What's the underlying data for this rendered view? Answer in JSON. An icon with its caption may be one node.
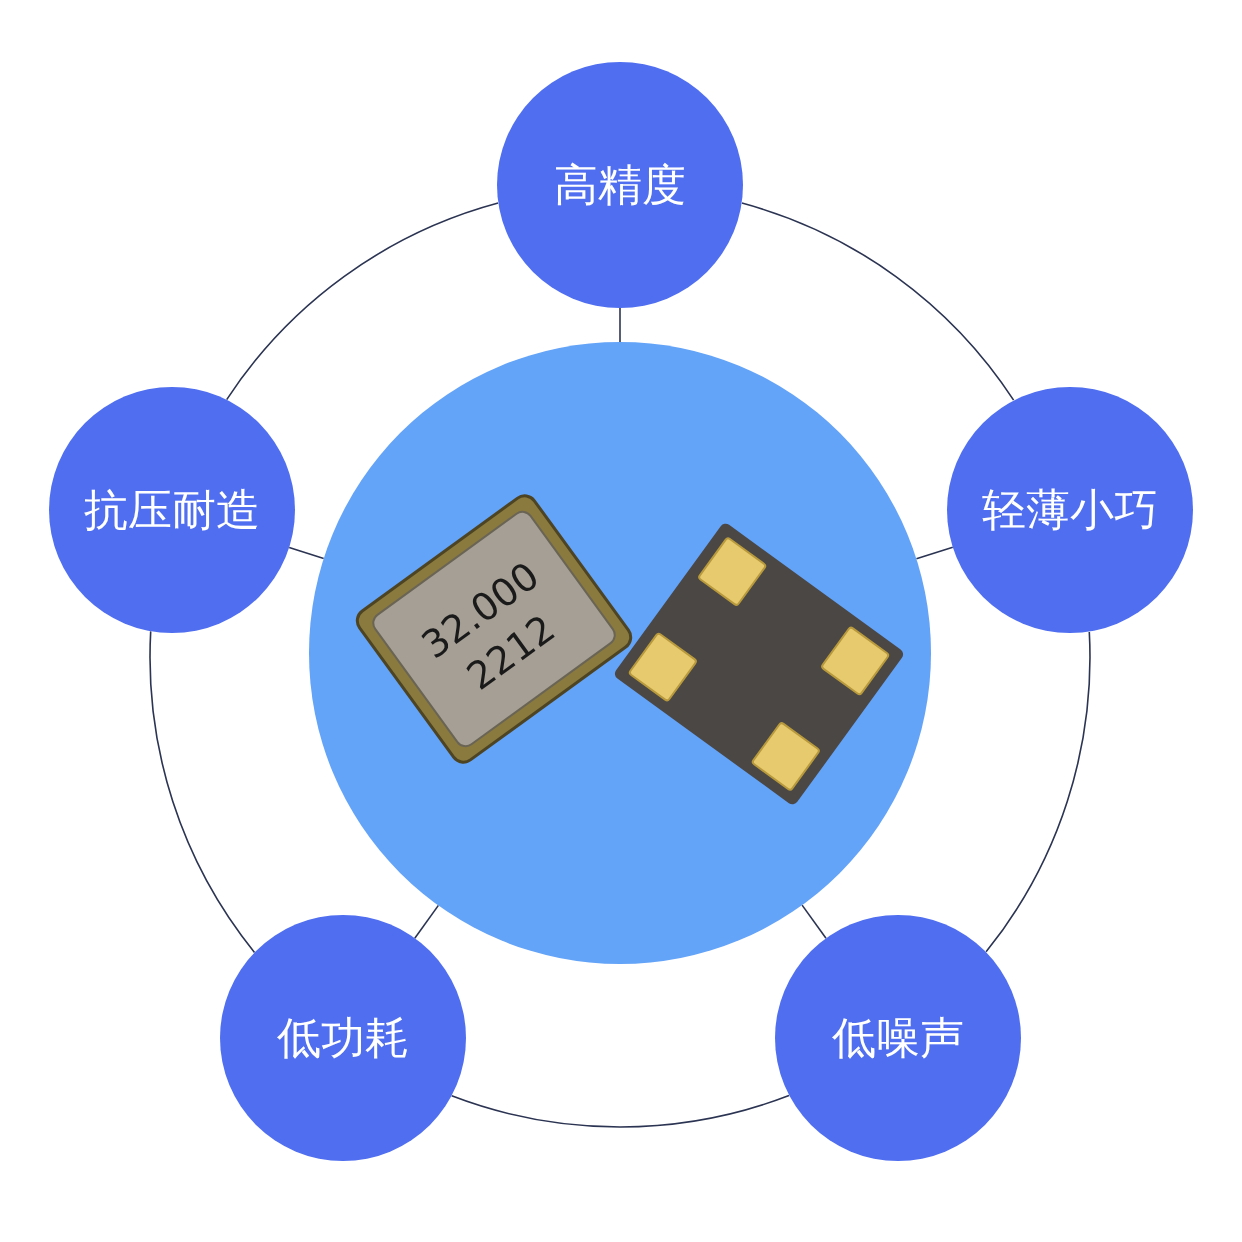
{
  "diagram": {
    "nodes": [
      {
        "text": [],
        "shape": "circle"
      },
      {
        "text": [
          "高精度"
        ]
      },
      {
        "text": [
          "抗压耐造"
        ]
      },
      {
        "text": [
          "轻薄小巧"
        ]
      },
      {
        "text": [
          "低功耗"
        ]
      },
      {
        "text": [
          "低噪声"
        ]
      }
    ],
    "edges": [
      {
        "from": 0,
        "to": 1,
        "arrow": "none"
      },
      {
        "from": 0,
        "to": 2,
        "arrow": "none"
      },
      {
        "from": 0,
        "to": 3,
        "arrow": "none"
      },
      {
        "from": 0,
        "to": 4,
        "arrow": "none"
      },
      {
        "from": 0,
        "to": 5,
        "arrow": "none"
      },
      {
        "from": 1,
        "to": 3,
        "arrow": "none"
      },
      {
        "from": 3,
        "to": 5,
        "arrow": "none"
      },
      {
        "from": 5,
        "to": 4,
        "arrow": "none"
      },
      {
        "from": 4,
        "to": 2,
        "arrow": "none"
      },
      {
        "from": 2,
        "to": 1,
        "arrow": "none"
      }
    ],
    "labels": [
      "32.000",
      "2212"
    ]
  }
}
